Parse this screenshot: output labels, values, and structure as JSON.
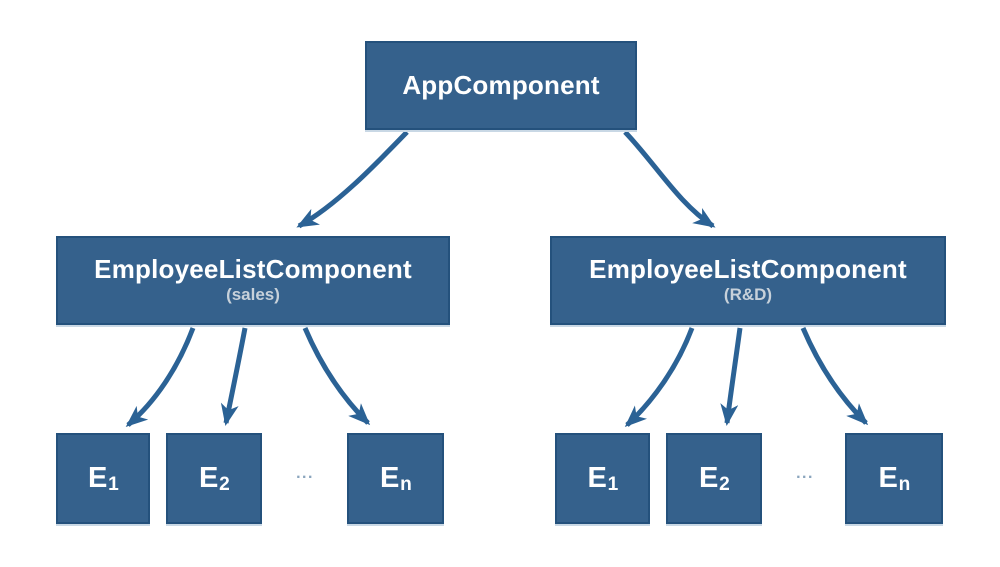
{
  "colors": {
    "background": "#ffffff",
    "box_fill": "#35618c",
    "box_border": "#24517c",
    "arrow": "#2b6295",
    "title_text": "#ffffff",
    "subtitle_text": "#c7d1da",
    "dots": "#8aa5bd",
    "shadow": "#c9d8e5"
  },
  "diagram": {
    "root": {
      "label": "AppComponent"
    },
    "groups": [
      {
        "label": "EmployeeListComponent",
        "sublabel": "(sales)",
        "ellipsis": "...",
        "children": [
          {
            "base": "E",
            "sub": "1"
          },
          {
            "base": "E",
            "sub": "2"
          },
          {
            "base": "E",
            "sub": "n"
          }
        ]
      },
      {
        "label": "EmployeeListComponent",
        "sublabel": "(R&D)",
        "ellipsis": "...",
        "children": [
          {
            "base": "E",
            "sub": "1"
          },
          {
            "base": "E",
            "sub": "2"
          },
          {
            "base": "E",
            "sub": "n"
          }
        ]
      }
    ]
  }
}
